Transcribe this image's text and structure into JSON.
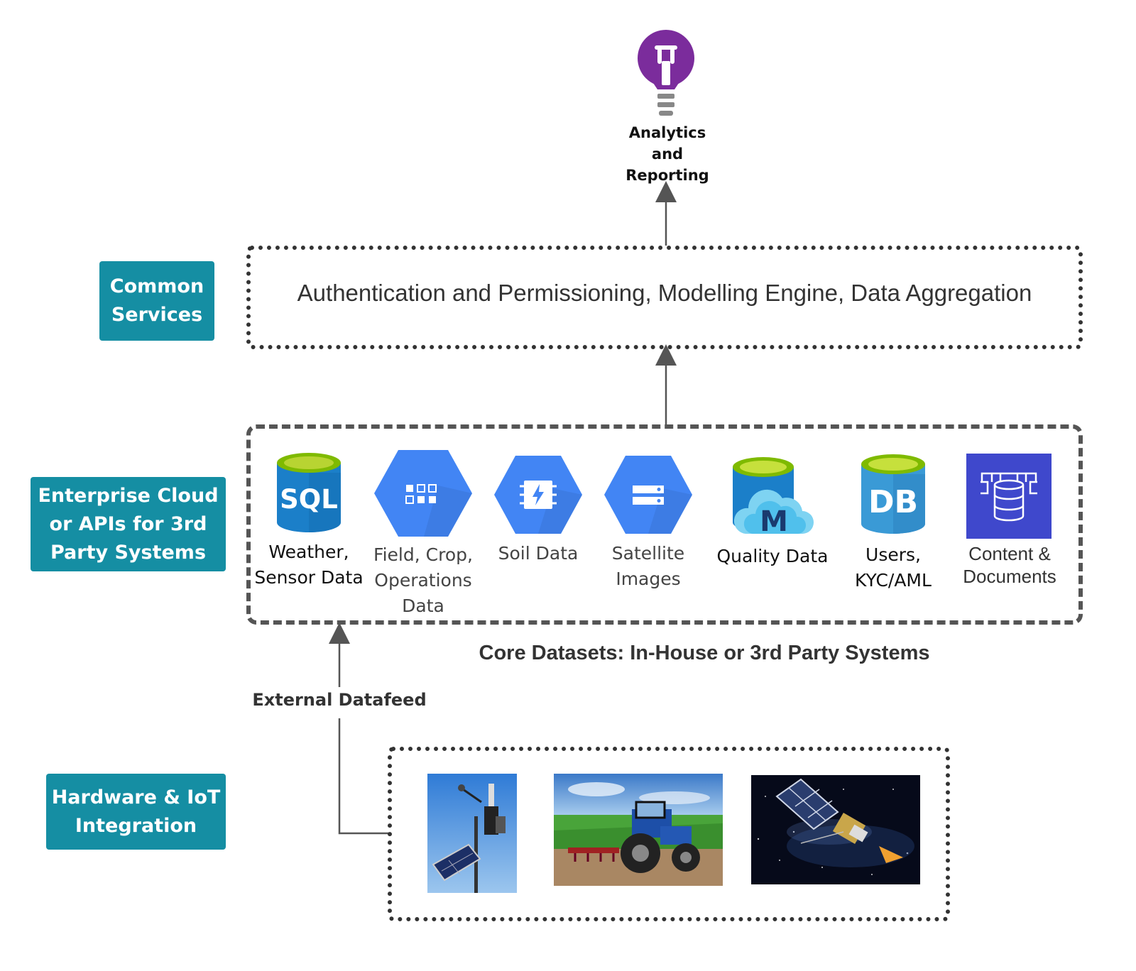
{
  "top": {
    "label": "Analytics\nand\nReporting"
  },
  "layers": {
    "common_services": "Common\nServices",
    "enterprise_cloud": "Enterprise Cloud\nor APIs for 3rd\nParty Systems",
    "hardware_iot": "Hardware & IoT\nIntegration"
  },
  "common_services_box": {
    "text": "Authentication and Permissioning, Modelling Engine, Data Aggregation"
  },
  "datasets": [
    {
      "icon": "sql-database-icon",
      "badge": "SQL",
      "label": "Weather,\nSensor Data"
    },
    {
      "icon": "hexagon-grid-icon",
      "label": "Field, Crop,\nOperations\nData"
    },
    {
      "icon": "hexagon-chip-icon",
      "label": "Soil Data"
    },
    {
      "icon": "hexagon-storage-icon",
      "label": "Satellite\nImages"
    },
    {
      "icon": "database-cloud-icon",
      "badge": "M",
      "label": "Quality Data"
    },
    {
      "icon": "db-cylinder-icon",
      "badge": "DB",
      "label": "Users,\nKYC/AML"
    },
    {
      "icon": "document-database-icon",
      "label": "Content &\nDocuments"
    }
  ],
  "core_caption": "Core Datasets: In-House or 3rd Party Systems",
  "external_feed_label": "External Datafeed",
  "hardware_images": [
    {
      "icon": "weather-station-photo"
    },
    {
      "icon": "tractor-photo"
    },
    {
      "icon": "satellite-photo"
    }
  ],
  "colors": {
    "teal": "#158ea3",
    "google_blue": "#4285f4",
    "azure_blue": "#1b7fc9",
    "purple": "#7b2c9c",
    "aws_indigo": "#3f48cc"
  }
}
